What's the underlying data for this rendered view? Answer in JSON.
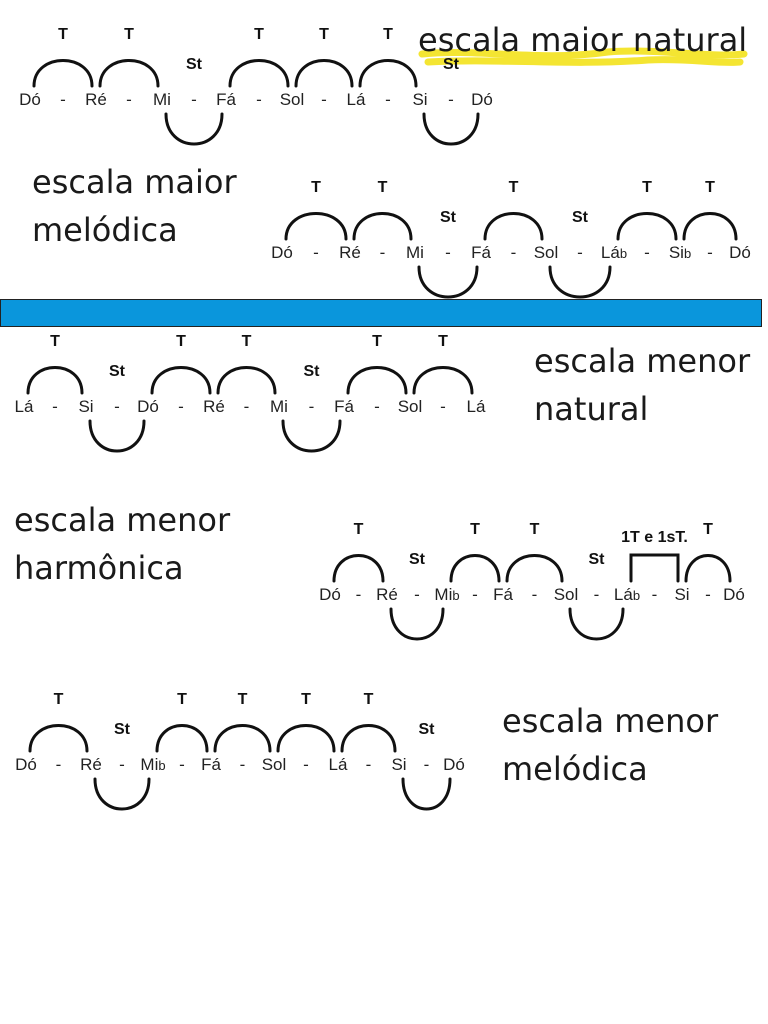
{
  "colors": {
    "divider": "#0a96dc",
    "highlight": "#f3e21c",
    "ink": "#111111"
  },
  "scales": [
    {
      "id": "maior-natural",
      "title_lines": [
        "escala maior natural"
      ],
      "notes": [
        {
          "name": "Dó",
          "acc": ""
        },
        {
          "name": "Ré",
          "acc": ""
        },
        {
          "name": "Mi",
          "acc": ""
        },
        {
          "name": "Fá",
          "acc": ""
        },
        {
          "name": "Sol",
          "acc": ""
        },
        {
          "name": "Lá",
          "acc": ""
        },
        {
          "name": "Si",
          "acc": ""
        },
        {
          "name": "Dó",
          "acc": ""
        }
      ],
      "intervals": [
        "T",
        "T",
        "St",
        "T",
        "T",
        "T",
        "St"
      ]
    },
    {
      "id": "maior-melodica",
      "title_lines": [
        "escala maior",
        "melódica"
      ],
      "notes": [
        {
          "name": "Dó",
          "acc": ""
        },
        {
          "name": "Ré",
          "acc": ""
        },
        {
          "name": "Mi",
          "acc": ""
        },
        {
          "name": "Fá",
          "acc": ""
        },
        {
          "name": "Sol",
          "acc": ""
        },
        {
          "name": "Lá",
          "acc": "b"
        },
        {
          "name": "Si",
          "acc": "b"
        },
        {
          "name": "Dó",
          "acc": ""
        }
      ],
      "intervals": [
        "T",
        "T",
        "St",
        "T",
        "St",
        "T",
        "T"
      ]
    },
    {
      "id": "menor-natural",
      "title_lines": [
        "escala menor",
        "natural"
      ],
      "notes": [
        {
          "name": "Lá",
          "acc": ""
        },
        {
          "name": "Si",
          "acc": ""
        },
        {
          "name": "Dó",
          "acc": ""
        },
        {
          "name": "Ré",
          "acc": ""
        },
        {
          "name": "Mi",
          "acc": ""
        },
        {
          "name": "Fá",
          "acc": ""
        },
        {
          "name": "Sol",
          "acc": ""
        },
        {
          "name": "Lá",
          "acc": ""
        }
      ],
      "intervals": [
        "T",
        "St",
        "T",
        "T",
        "St",
        "T",
        "T"
      ]
    },
    {
      "id": "menor-harmonica",
      "title_lines": [
        "escala menor",
        "harmônica"
      ],
      "notes": [
        {
          "name": "Dó",
          "acc": ""
        },
        {
          "name": "Ré",
          "acc": ""
        },
        {
          "name": "Mi",
          "acc": "b"
        },
        {
          "name": "Fá",
          "acc": ""
        },
        {
          "name": "Sol",
          "acc": ""
        },
        {
          "name": "Lá",
          "acc": "b"
        },
        {
          "name": "Si",
          "acc": ""
        },
        {
          "name": "Dó",
          "acc": ""
        }
      ],
      "intervals": [
        "T",
        "St",
        "T",
        "T",
        "St",
        "1T e 1sT.",
        "T"
      ]
    },
    {
      "id": "menor-melodica",
      "title_lines": [
        "escala menor",
        "melódica"
      ],
      "notes": [
        {
          "name": "Dó",
          "acc": ""
        },
        {
          "name": "Ré",
          "acc": ""
        },
        {
          "name": "Mi",
          "acc": "b"
        },
        {
          "name": "Fá",
          "acc": ""
        },
        {
          "name": "Sol",
          "acc": ""
        },
        {
          "name": "Lá",
          "acc": ""
        },
        {
          "name": "Si",
          "acc": ""
        },
        {
          "name": "Dó",
          "acc": ""
        }
      ],
      "intervals": [
        "T",
        "St",
        "T",
        "T",
        "T",
        "T",
        "St"
      ]
    }
  ]
}
